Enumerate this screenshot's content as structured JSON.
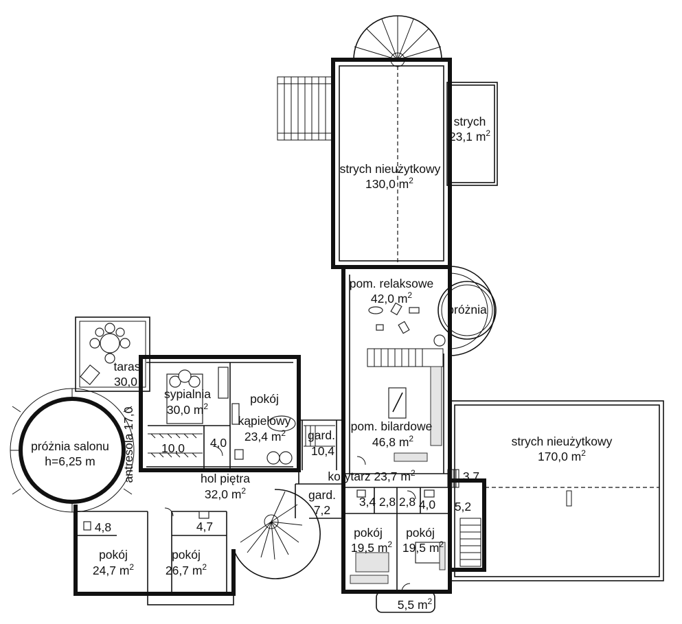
{
  "rooms": {
    "strych_top": {
      "name": "strych nieużytkowy",
      "area": "130,0 m",
      "sup": "2"
    },
    "strych_small": {
      "name": "strych",
      "area": "23,1 m",
      "sup": "2"
    },
    "relaks": {
      "name": "pom. relaksowe",
      "area": "42,0 m",
      "sup": "2"
    },
    "prozna_top": {
      "name": "próżnia"
    },
    "taras": {
      "name": "taras",
      "area": "30,0"
    },
    "sypialnia": {
      "name": "sypialnia",
      "area": "30,0 m",
      "sup": "2"
    },
    "lazienka": {
      "name1": "pokój",
      "name2": "kąpielowy",
      "area": "23,4 m",
      "sup": "2"
    },
    "gard_upper": {
      "name": "gard.",
      "area": "10,4"
    },
    "bilard": {
      "name": "pom. bilardowe",
      "area": "46,8 m",
      "sup": "2"
    },
    "strych_right": {
      "name": "strych nieużytkowy",
      "area": "170,0 m",
      "sup": "2"
    },
    "prozna_salonu": {
      "name": "próżnia salonu",
      "height": "h=6,25 m"
    },
    "antresola": {
      "name": "antresola 17,0"
    },
    "garderoba_10": {
      "area": "10,0"
    },
    "wc_40a": {
      "area": "4,0"
    },
    "hol": {
      "name": "hol piętra",
      "area": "32,0 m",
      "sup": "2"
    },
    "korytarz": {
      "name": "korytarz 23,7 m",
      "sup": "2"
    },
    "r37": {
      "area": "3,7"
    },
    "gard_lower": {
      "name": "gard.",
      "area": "7,2"
    },
    "r34": {
      "area": "3,4"
    },
    "r28a": {
      "area": "2,8"
    },
    "r28b": {
      "area": "2,8"
    },
    "r40b": {
      "area": "4,0"
    },
    "r52": {
      "area": "5,2"
    },
    "r48": {
      "area": "4,8"
    },
    "r47": {
      "area": "4,7"
    },
    "pokoj_195a": {
      "name": "pokój",
      "area": "19,5 m",
      "sup": "2"
    },
    "pokoj_195b": {
      "name": "pokój",
      "area": "19,5 m",
      "sup": "2"
    },
    "pokoj_247": {
      "name": "pokój",
      "area": "24,7 m",
      "sup": "2"
    },
    "pokoj_267": {
      "name": "pokój",
      "area": "26,7 m",
      "sup": "2"
    },
    "r55": {
      "area": "5,5 m",
      "sup": "2"
    }
  }
}
